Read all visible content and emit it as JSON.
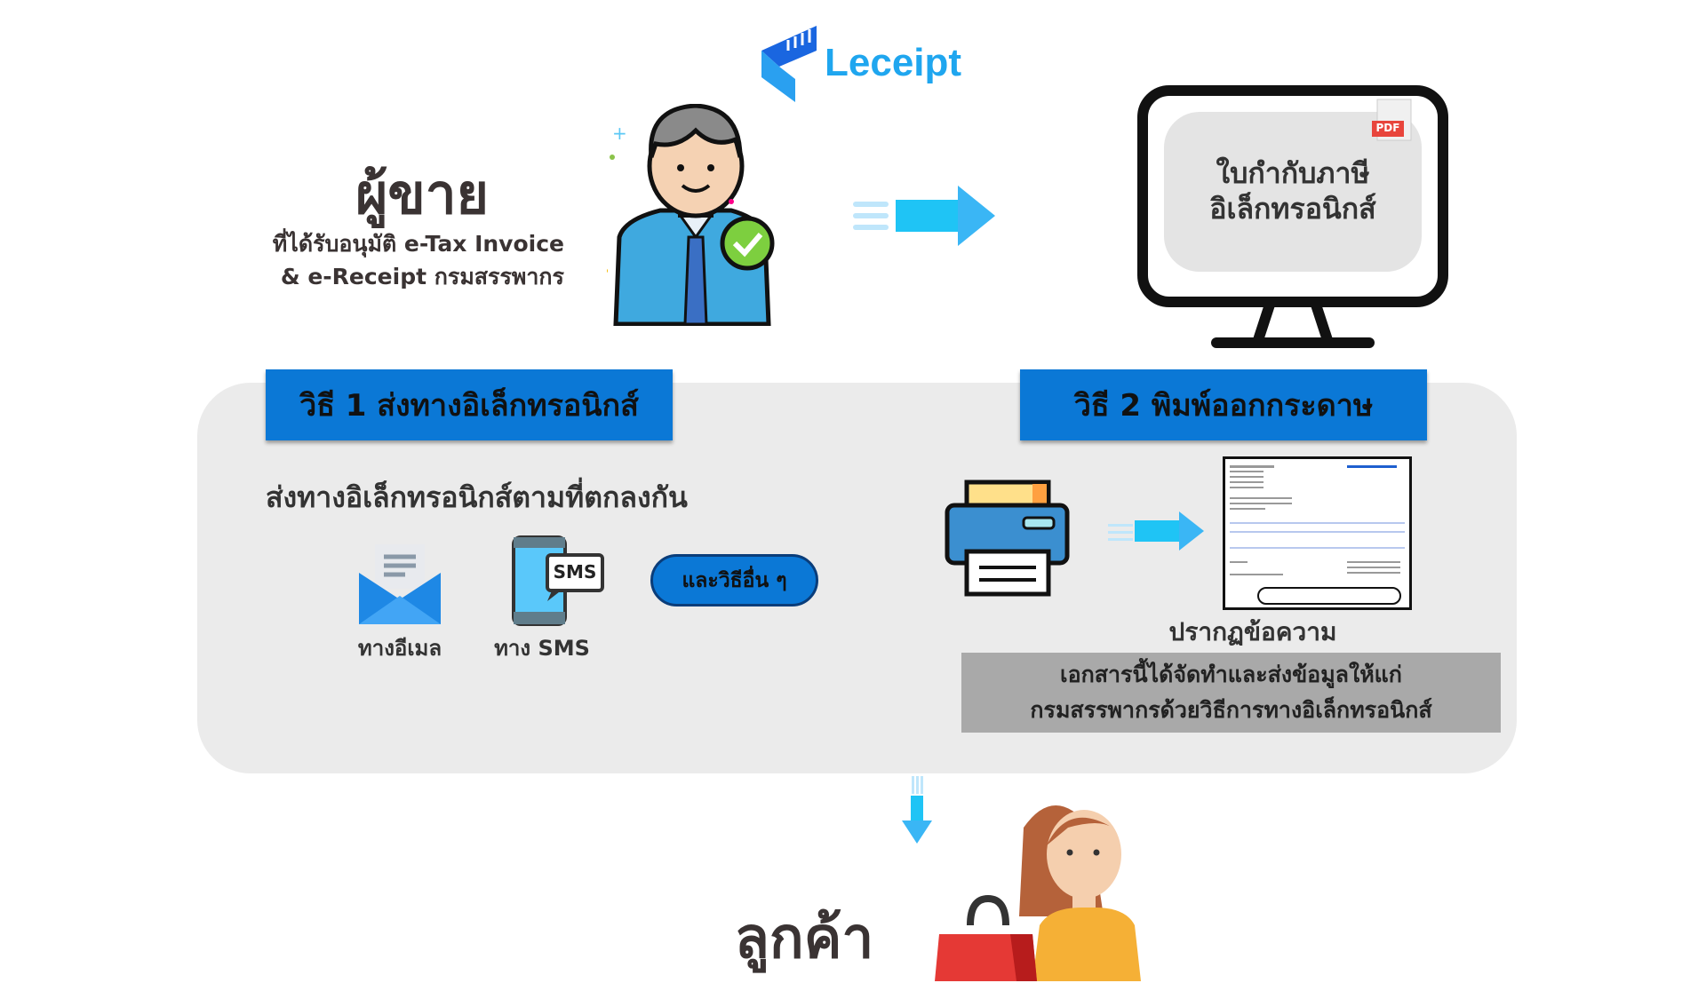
{
  "logo": {
    "text": "Leceipt"
  },
  "seller": {
    "title": "ผู้ขาย",
    "subtitle_line1": "ที่ได้รับอนุมัติ e-Tax Invoice",
    "subtitle_line2": "& e-Receipt กรมสรรพากร"
  },
  "monitor": {
    "badge": "PDF",
    "line1": "ใบกำกับภาษี",
    "line2": "อิเล็กทรอนิกส์"
  },
  "method1": {
    "banner": "วิธี 1 ส่งทางอิเล็กทรอนิกส์",
    "description": "ส่งทางอิเล็กทรอนิกส์ตามที่ตกลงกัน",
    "email_label": "ทางอีเมล",
    "sms_badge": "SMS",
    "sms_label": "ทาง SMS",
    "other_label": "และวิธีอื่น ๆ"
  },
  "method2": {
    "banner": "วิธี 2 พิมพ์ออกกระดาษ",
    "appear_label": "ปรากฏข้อความ",
    "notice_line1": "เอกสารนี้ได้จัดทำและส่งข้อมูลให้แก่",
    "notice_line2": "กรมสรรพากรด้วยวิธีการทางอิเล็กทรอนิกส์"
  },
  "customer": {
    "label": "ลูกค้า"
  },
  "colors": {
    "banner": "#0b78d6",
    "panel": "#ebebeb",
    "arrow": "#1fc4f5",
    "notice_bg": "#a9a9a9"
  }
}
